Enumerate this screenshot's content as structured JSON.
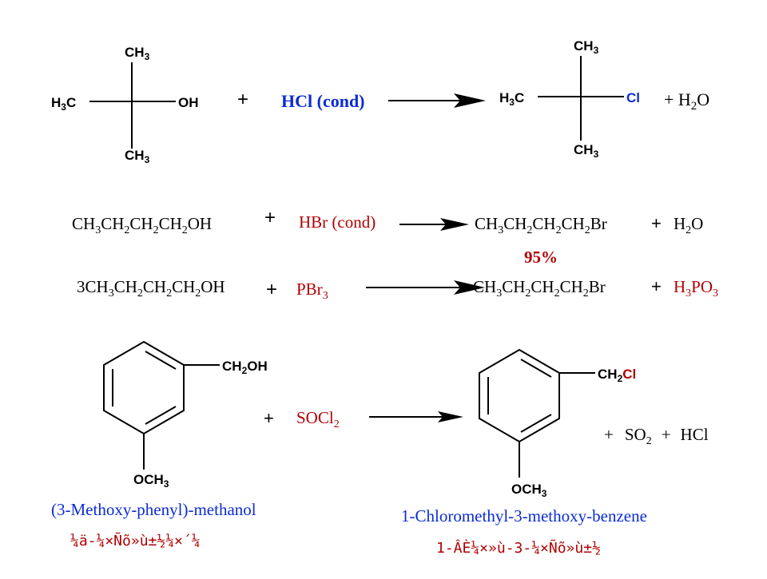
{
  "colors": {
    "black": "#000000",
    "blue": "#0b2bd6",
    "red": "#b00000"
  },
  "reaction1": {
    "reactant": {
      "top": "CH",
      "top_sub": "3",
      "left": "H",
      "left_sub": "3",
      "left_tail": "C",
      "right": "OH",
      "bottom": "CH",
      "bottom_sub": "3"
    },
    "plus": "+",
    "reagent": "HCl (cond)",
    "product": {
      "top": "CH",
      "top_sub": "3",
      "left": "H",
      "left_sub": "3",
      "left_tail": "C",
      "right": "Cl",
      "bottom": "CH",
      "bottom_sub": "3"
    },
    "byproduct": {
      "plus": "+ H",
      "sub": "2",
      "tail": "O"
    }
  },
  "reaction2": {
    "reactant": {
      "a": "CH",
      "s1": "3",
      "b": "CH",
      "s2": "2",
      "c": "CH",
      "s3": "2",
      "d": "CH",
      "s4": "2",
      "e": "OH"
    },
    "plus": "+",
    "reagent": "HBr (cond)",
    "product": {
      "a": "CH",
      "s1": "3",
      "b": "CH",
      "s2": "2",
      "c": "CH",
      "s3": "2",
      "d": "CH",
      "s4": "2",
      "e": "Br"
    },
    "byproduct_plus": "+",
    "byproduct": {
      "a": "H",
      "sub": "2",
      "b": "O"
    },
    "yield": "95%"
  },
  "reaction3": {
    "reactant": {
      "coef": "3",
      "a": "CH",
      "s1": "3",
      "b": "CH",
      "s2": "2",
      "c": "CH",
      "s3": "2",
      "d": "CH",
      "s4": "2",
      "e": "OH"
    },
    "plus": "+",
    "reagent": {
      "a": "PBr",
      "sub": "3"
    },
    "product": {
      "a": "CH",
      "s1": "3",
      "b": "CH",
      "s2": "2",
      "c": "CH",
      "s3": "2",
      "d": "CH",
      "s4": "2",
      "e": "Br"
    },
    "byproduct_plus": "+",
    "byproduct": {
      "a": "H",
      "s1": "3",
      "b": "PO",
      "s2": "3"
    }
  },
  "reaction4": {
    "reactant_group": {
      "a": "CH",
      "sub": "2",
      "b": "OH"
    },
    "reactant_sub": {
      "a": "OCH",
      "sub": "3"
    },
    "plus": "+",
    "reagent": {
      "a": "SOCl",
      "sub": "2"
    },
    "product_group": {
      "a": "CH",
      "sub": "2",
      "b": "Cl"
    },
    "product_sub": {
      "a": "OCH",
      "sub": "3"
    },
    "byproducts": {
      "p1": "+",
      "a": "SO",
      "sub": "2",
      "p2": "+",
      "b": "HCl"
    },
    "reactant_name": "(3-Methoxy-phenyl)-methanol",
    "reactant_name_garbled": "¼ä-¼×Ñõ»ù±½¼×´¼",
    "product_name": "1-Chloromethyl-3-methoxy-benzene",
    "product_name_garbled": "1-ÂÈ¼×»ù-3-¼×Ñõ»ù±½"
  }
}
